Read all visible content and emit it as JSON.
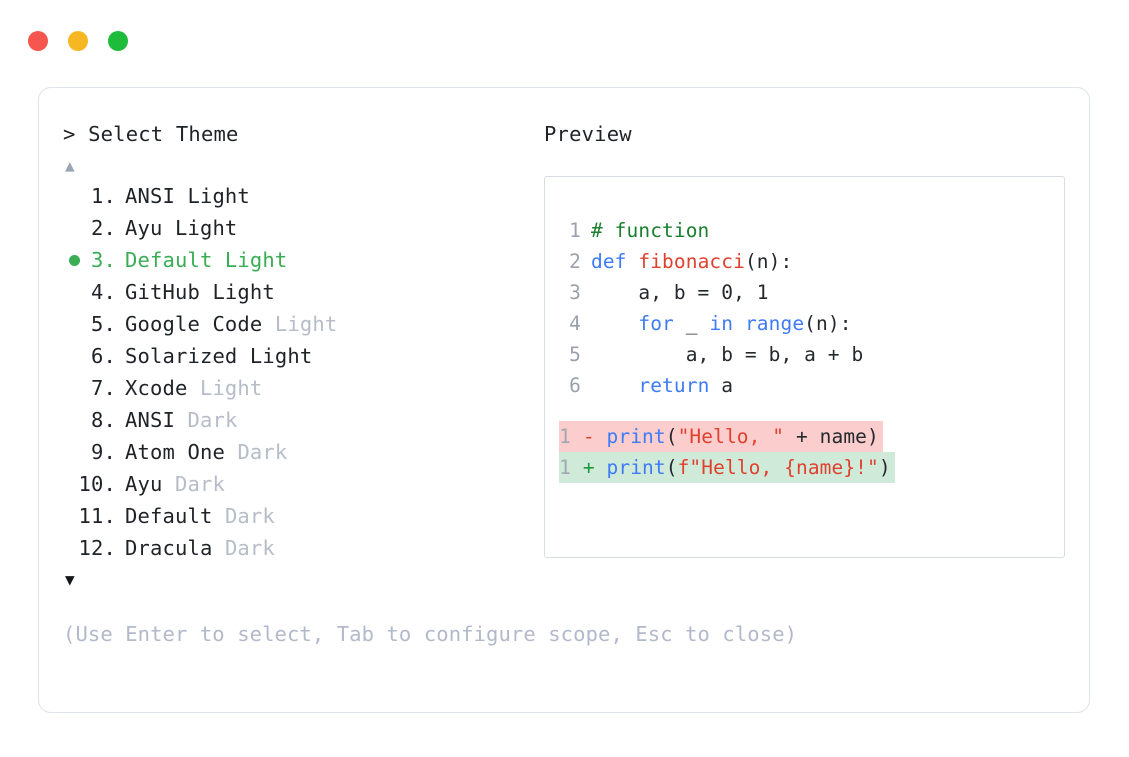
{
  "window": {
    "controls": [
      {
        "name": "close",
        "color": "#f5564e"
      },
      {
        "name": "minimize",
        "color": "#f5b722"
      },
      {
        "name": "maximize",
        "color": "#1fbc3b"
      }
    ]
  },
  "picker": {
    "prompt": "> Select Theme",
    "scroll_up_glyph": "▲",
    "scroll_down_glyph": "▼",
    "selected_index": 3,
    "selected_color": "#3aad55",
    "items": [
      {
        "num": "1.",
        "name": "ANSI Light",
        "suffix": "",
        "selected": false
      },
      {
        "num": "2.",
        "name": "Ayu Light",
        "suffix": "",
        "selected": false
      },
      {
        "num": "3.",
        "name": "Default Light",
        "suffix": "",
        "selected": true
      },
      {
        "num": "4.",
        "name": "GitHub Light",
        "suffix": "",
        "selected": false
      },
      {
        "num": "5.",
        "name": "Google Code ",
        "suffix": "Light",
        "selected": false
      },
      {
        "num": "6.",
        "name": "Solarized Light",
        "suffix": "",
        "selected": false
      },
      {
        "num": "7.",
        "name": "Xcode ",
        "suffix": "Light",
        "selected": false
      },
      {
        "num": "8.",
        "name": "ANSI ",
        "suffix": "Dark",
        "selected": false
      },
      {
        "num": "9.",
        "name": "Atom One ",
        "suffix": "Dark",
        "selected": false
      },
      {
        "num": "10.",
        "name": "Ayu ",
        "suffix": "Dark",
        "selected": false
      },
      {
        "num": "11.",
        "name": "Default ",
        "suffix": "Dark",
        "selected": false
      },
      {
        "num": "12.",
        "name": "Dracula ",
        "suffix": "Dark",
        "selected": false
      }
    ],
    "help": "(Use Enter to select, Tab to configure scope, Esc to close)"
  },
  "preview": {
    "label": "Preview",
    "code_lines": [
      {
        "no": "1",
        "tokens": [
          {
            "t": "# function",
            "c": "tok-comment"
          }
        ]
      },
      {
        "no": "2",
        "tokens": [
          {
            "t": "def ",
            "c": "tok-kw"
          },
          {
            "t": "fibonacci",
            "c": "tok-fn"
          },
          {
            "t": "(n):",
            "c": "tok-plain"
          }
        ]
      },
      {
        "no": "3",
        "tokens": [
          {
            "t": "    a, b = ",
            "c": "tok-plain"
          },
          {
            "t": "0",
            "c": "tok-num"
          },
          {
            "t": ", ",
            "c": "tok-plain"
          },
          {
            "t": "1",
            "c": "tok-num"
          }
        ]
      },
      {
        "no": "4",
        "tokens": [
          {
            "t": "    ",
            "c": "tok-plain"
          },
          {
            "t": "for",
            "c": "tok-kw"
          },
          {
            "t": " _ ",
            "c": "tok-plain"
          },
          {
            "t": "in ",
            "c": "tok-kw"
          },
          {
            "t": "range",
            "c": "tok-kw"
          },
          {
            "t": "(n):",
            "c": "tok-plain"
          }
        ]
      },
      {
        "no": "5",
        "tokens": [
          {
            "t": "        a, b = b, a + b",
            "c": "tok-plain"
          }
        ]
      },
      {
        "no": "6",
        "tokens": [
          {
            "t": "    ",
            "c": "tok-plain"
          },
          {
            "t": "return",
            "c": "tok-kw"
          },
          {
            "t": " a",
            "c": "tok-plain"
          }
        ]
      }
    ],
    "diff_lines": [
      {
        "no": "1",
        "sign": "-",
        "kind": "del",
        "tokens": [
          {
            "t": "print",
            "c": "tok-kw"
          },
          {
            "t": "(",
            "c": "tok-plain"
          },
          {
            "t": "\"Hello, \"",
            "c": "tok-str"
          },
          {
            "t": " + name)",
            "c": "tok-plain"
          }
        ]
      },
      {
        "no": "1",
        "sign": "+",
        "kind": "add",
        "tokens": [
          {
            "t": "print",
            "c": "tok-kw"
          },
          {
            "t": "(",
            "c": "tok-plain"
          },
          {
            "t": "f\"Hello, {name}!\"",
            "c": "tok-str"
          },
          {
            "t": ")",
            "c": "tok-plain"
          }
        ]
      }
    ],
    "diff_del_bg": "#fbcdcd",
    "diff_add_bg": "#cfead9"
  }
}
